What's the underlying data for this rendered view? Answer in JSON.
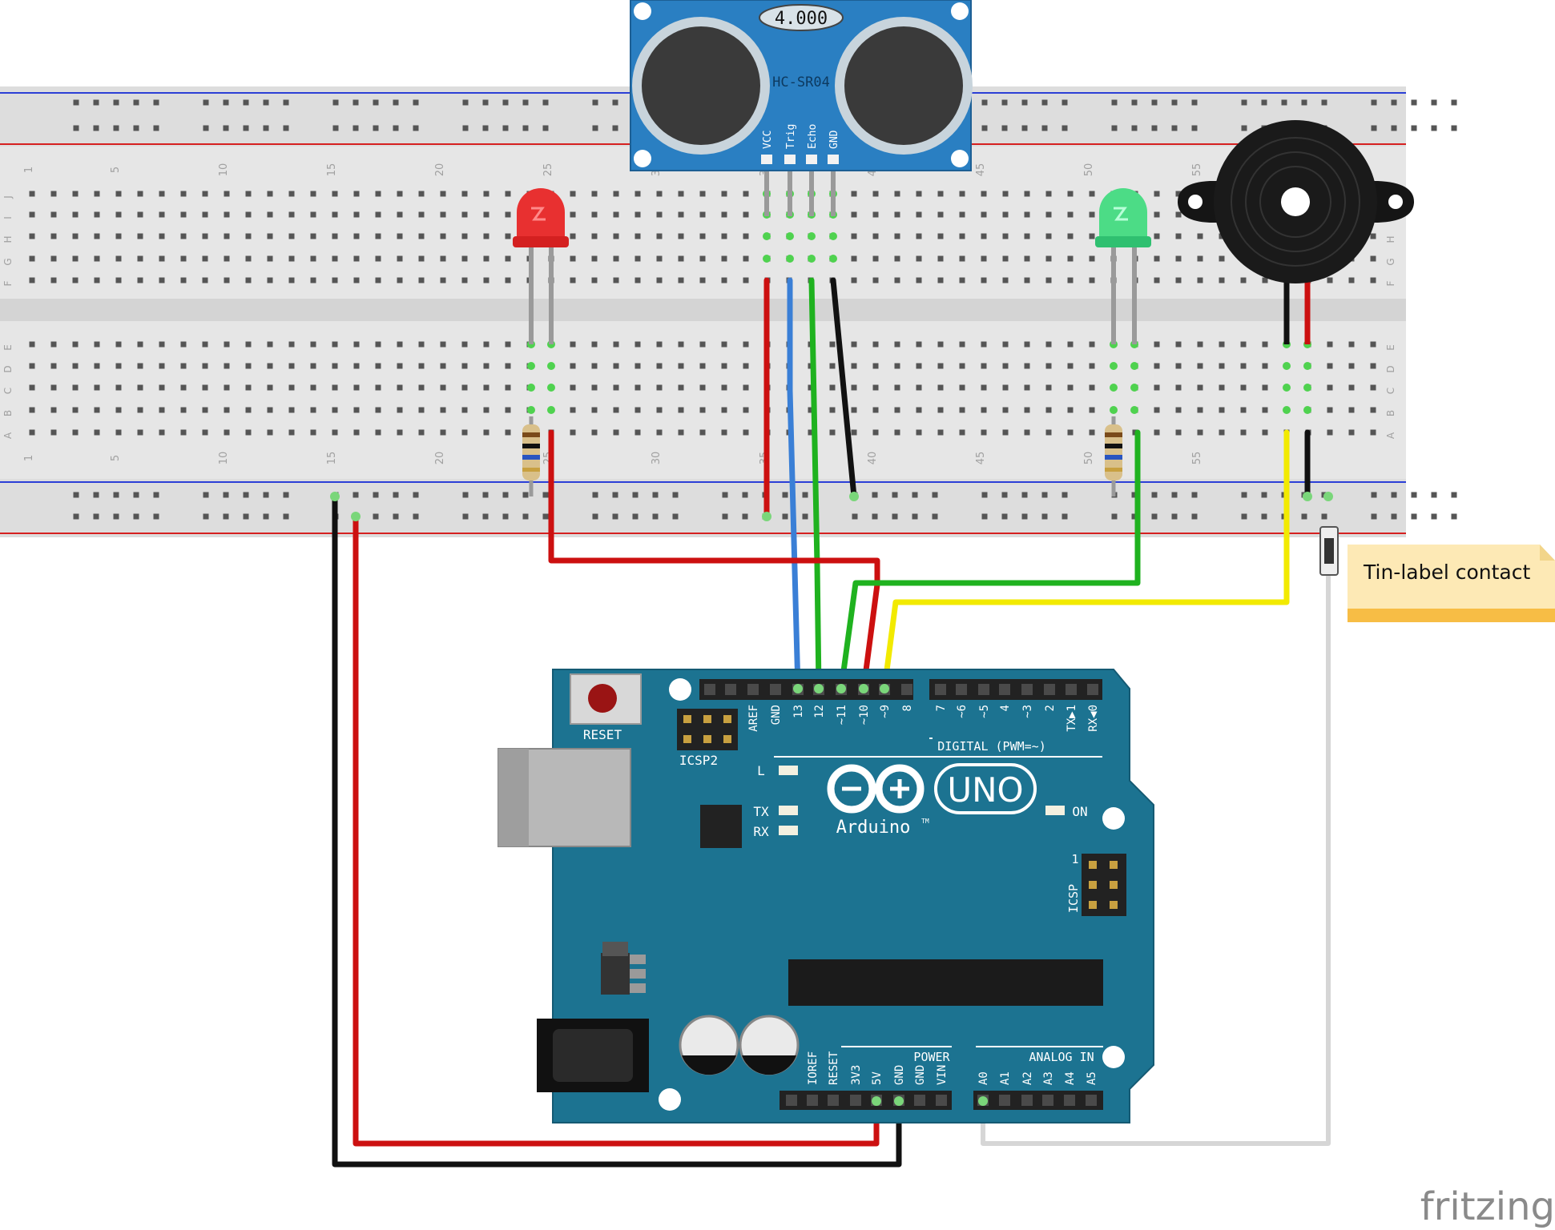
{
  "sensor": {
    "display": "4.000",
    "model": "HC-SR04",
    "pins": [
      "VCC",
      "Trig",
      "Echo",
      "GND"
    ]
  },
  "breadboard": {
    "column_numbers": [
      "1",
      "5",
      "10",
      "15",
      "20",
      "25",
      "30",
      "35",
      "40",
      "45",
      "50",
      "55"
    ],
    "top_rows": [
      "J",
      "I",
      "H",
      "G",
      "F"
    ],
    "bottom_rows": [
      "E",
      "D",
      "C",
      "B",
      "A"
    ]
  },
  "arduino": {
    "reset_label": "RESET",
    "icsp2_label": "ICSP2",
    "icsp_label": "ICSP",
    "icsp_pin1": "1",
    "digital_left": [
      "AREF",
      "GND",
      "13",
      "12",
      "~11",
      "~10",
      "~9",
      "8"
    ],
    "digital_right": [
      "7",
      "~6",
      "~5",
      "4",
      "~3",
      "2",
      "TX▶1",
      "RX◀0"
    ],
    "digital_label": "DIGITAL (PWM=~)",
    "led_l": "L",
    "led_tx": "TX",
    "led_rx": "RX",
    "on_label": "ON",
    "logo_text": "Arduino",
    "tm": "TM",
    "uno_label": "UNO",
    "power_pins": [
      "IOREF",
      "RESET",
      "3V3",
      "5V",
      "GND",
      "GND",
      "VIN"
    ],
    "power_label": "POWER",
    "analog_pins": [
      "A0",
      "A1",
      "A2",
      "A3",
      "A4",
      "A5"
    ],
    "analog_label": "ANALOG IN"
  },
  "note": {
    "text": "Tin-label contact"
  },
  "watermark": {
    "text": "fritzing"
  },
  "colors": {
    "board": "#1c7391",
    "breadboard": "#e8e8e8",
    "wire_red": "#cc1010",
    "wire_black": "#111111",
    "wire_blue": "#3a7fd6",
    "wire_green": "#1fb21f",
    "wire_yellow": "#f2ea00",
    "wire_gray": "#d6d6d6",
    "sensor": "#2a7fc2",
    "note": "#fde9b5"
  }
}
